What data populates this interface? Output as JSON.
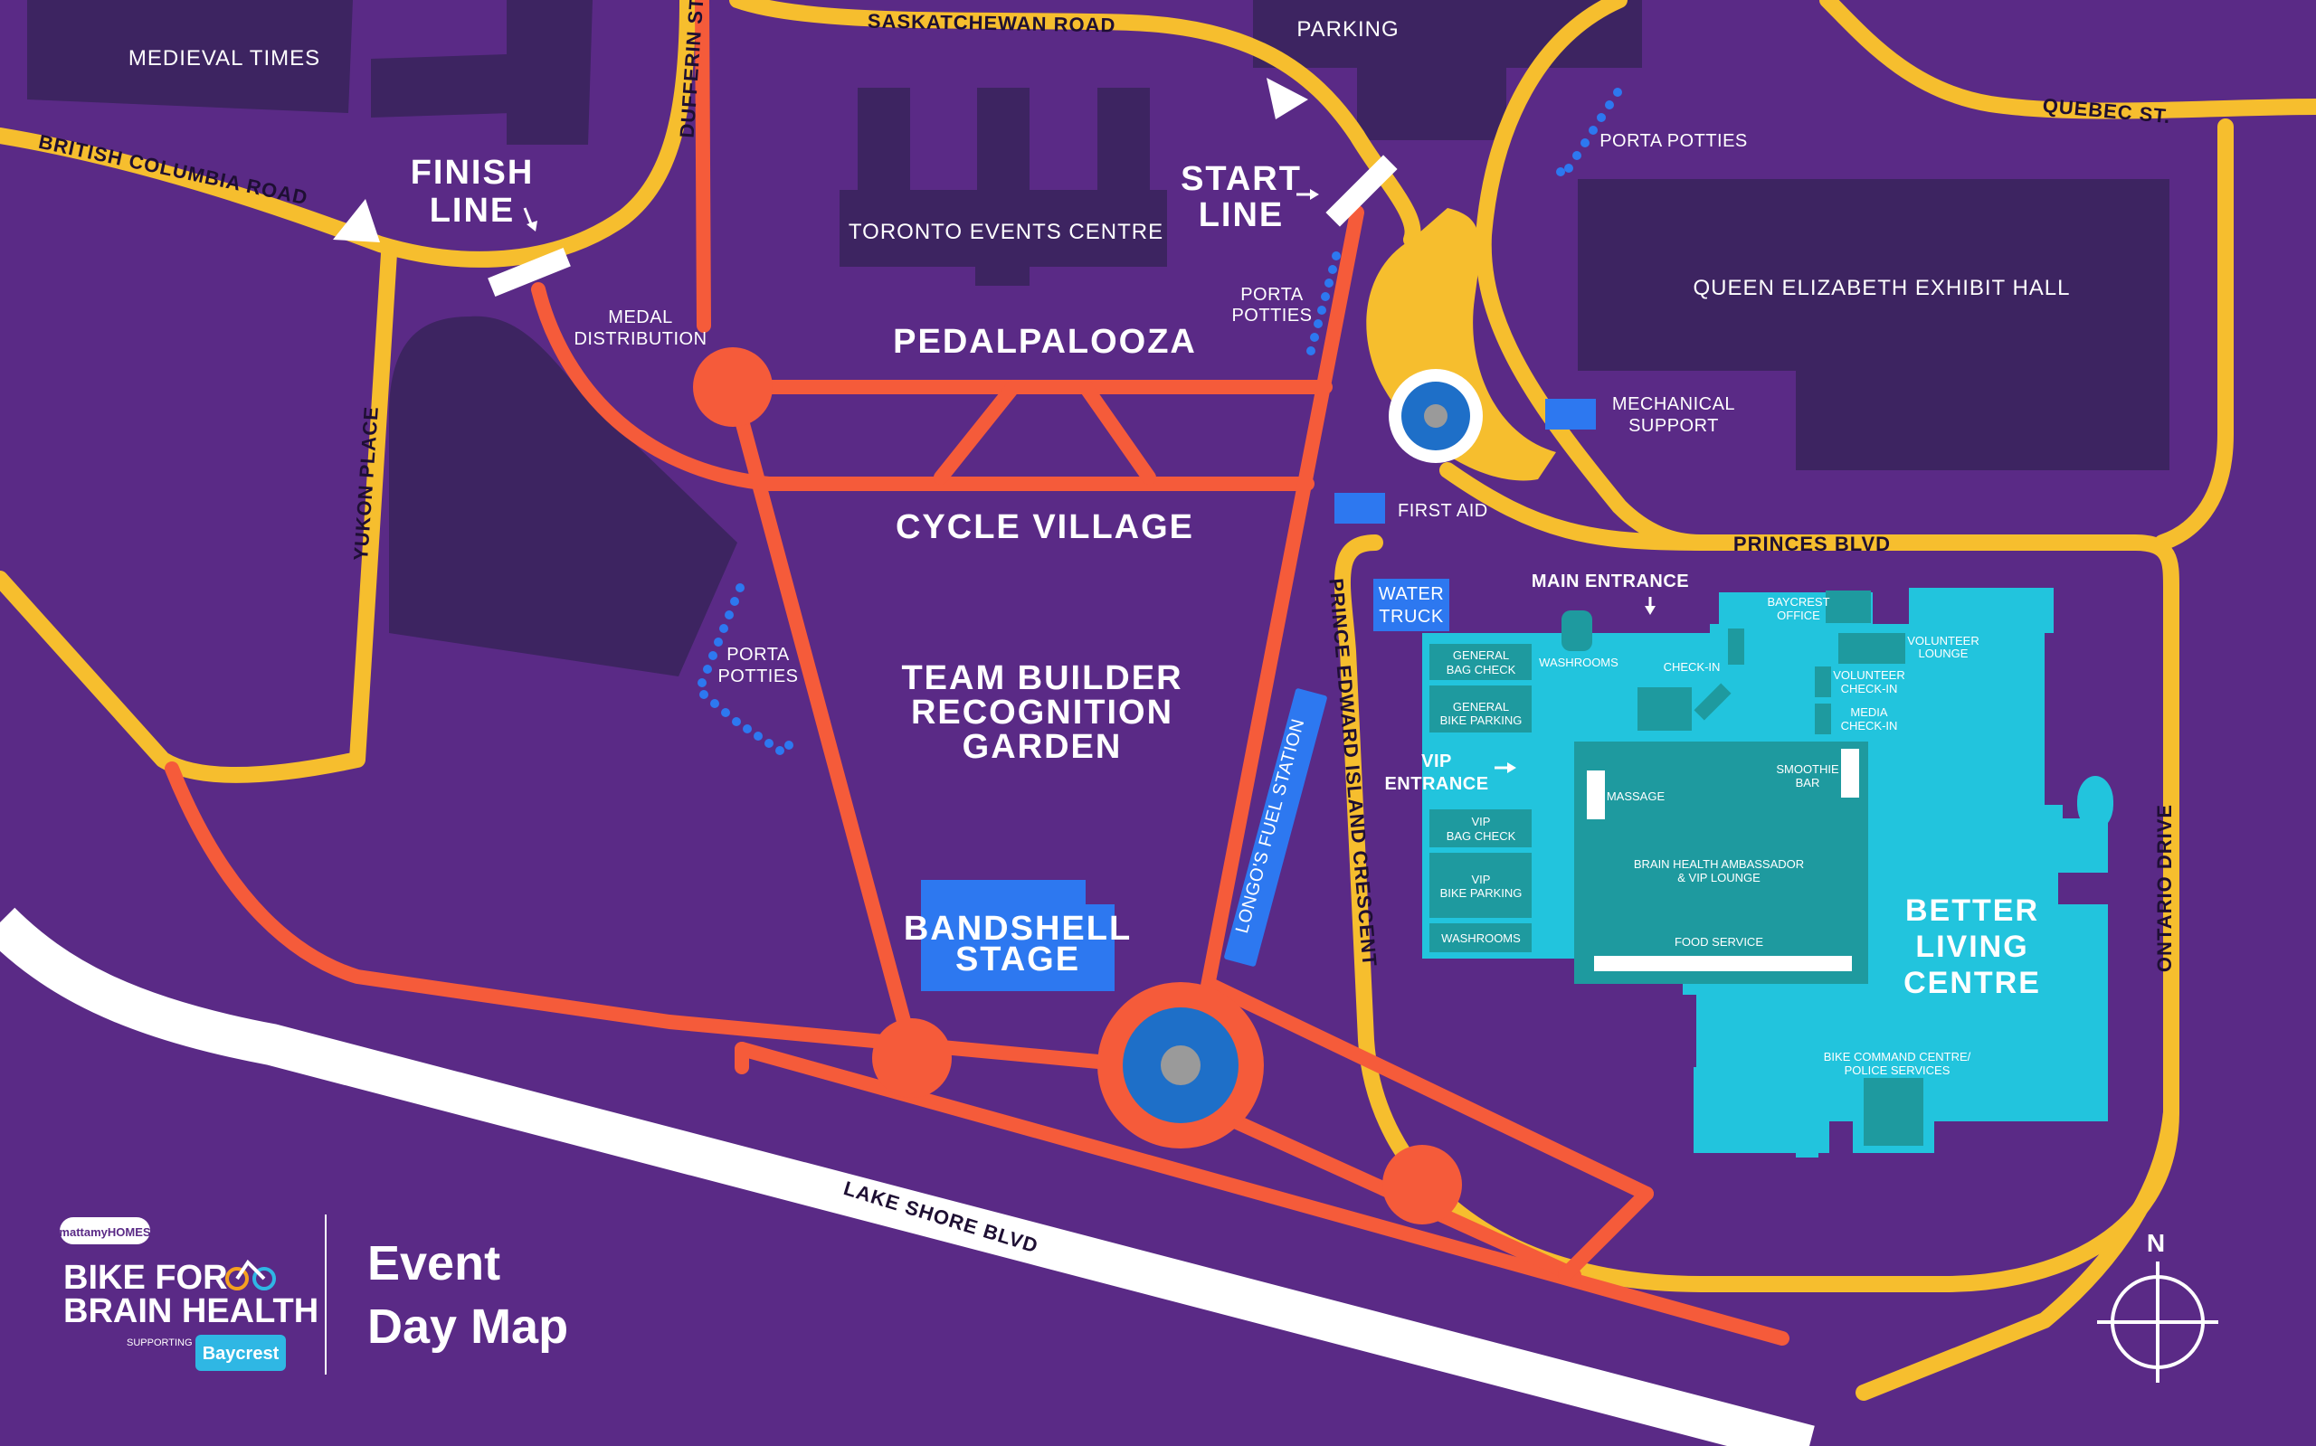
{
  "colors": {
    "background": "#5a2a86",
    "building": "#3d2461",
    "road": "#f6be2e",
    "route": "#f55b3a",
    "venue": "#22c4dd",
    "venue_inner": "#1e9a9f",
    "service_blue": "#2d78f0",
    "lakeshore": "#ffffff"
  },
  "roads": {
    "saskatchewan": "SASKATCHEWAN ROAD",
    "quebec": "QUEBEC ST.",
    "british_columbia": "BRITISH COLUMBIA ROAD",
    "dufferin": "DUFFERIN ST",
    "yukon": "YUKON PLACE",
    "princes": "PRINCES BLVD",
    "prince_edward": "PRINCE EDWARD ISLAND CRESCENT",
    "ontario": "ONTARIO DRIVE",
    "lake_shore": "LAKE SHORE BLVD"
  },
  "buildings": {
    "medieval": "MEDIEVAL TIMES",
    "parking": "PARKING",
    "toronto_events": "TORONTO EVENTS CENTRE",
    "queen_elizabeth": "QUEEN ELIZABETH EXHIBIT HALL"
  },
  "zones": {
    "finish_line_1": "FINISH",
    "finish_line_2": "LINE",
    "start_line_1": "START",
    "start_line_2": "LINE",
    "pedalpalooza": "PEDALPALOOZA",
    "cycle_village": "CYCLE VILLAGE",
    "team_builder_1": "TEAM BUILDER",
    "team_builder_2": "RECOGNITION",
    "team_builder_3": "GARDEN",
    "bandshell_1": "BANDSHELL",
    "bandshell_2": "STAGE",
    "longos": "LONGO'S FUEL STATION"
  },
  "amenities": {
    "medal_1": "MEDAL",
    "medal_2": "DISTRIBUTION",
    "porta_potties": "PORTA POTTIES",
    "porta_1": "PORTA",
    "porta_2": "POTTIES",
    "mechanical_1": "MECHANICAL",
    "mechanical_2": "SUPPORT",
    "first_aid": "FIRST AID",
    "water_1": "WATER",
    "water_2": "TRUCK"
  },
  "venue": {
    "name_1": "BETTER",
    "name_2": "LIVING",
    "name_3": "CENTRE",
    "main_entrance": "MAIN ENTRANCE",
    "vip_entrance_1": "VIP",
    "vip_entrance_2": "ENTRANCE",
    "washrooms": "WASHROOMS",
    "check_in": "CHECK-IN",
    "baycrest_office_1": "BAYCREST",
    "baycrest_office_2": "OFFICE",
    "volunteer_lounge_1": "VOLUNTEER",
    "volunteer_lounge_2": "LOUNGE",
    "volunteer_checkin_1": "VOLUNTEER",
    "volunteer_checkin_2": "CHECK-IN",
    "media_checkin_1": "MEDIA",
    "media_checkin_2": "CHECK-IN",
    "general_bag_1": "GENERAL",
    "general_bag_2": "BAG CHECK",
    "general_bike_1": "GENERAL",
    "general_bike_2": "BIKE PARKING",
    "vip_bag_1": "VIP",
    "vip_bag_2": "BAG CHECK",
    "vip_bike_1": "VIP",
    "vip_bike_2": "BIKE PARKING",
    "washrooms_2": "WASHROOMS",
    "massage": "MASSAGE",
    "smoothie_1": "SMOOTHIE",
    "smoothie_2": "BAR",
    "ambassador_1": "BRAIN HEALTH AMBASSADOR",
    "ambassador_2": "& VIP LOUNGE",
    "food_service": "FOOD SERVICE",
    "bike_command_1": "BIKE COMMAND CENTRE/",
    "bike_command_2": "POLICE SERVICES"
  },
  "branding": {
    "sponsor": "mattamyHOMES",
    "event_1": "BIKE FOR",
    "event_2": "BRAIN HEALTH",
    "supporting": "SUPPORTING",
    "partner": "Baycrest",
    "title_1": "Event",
    "title_2": "Day Map"
  },
  "compass": {
    "north": "N"
  }
}
